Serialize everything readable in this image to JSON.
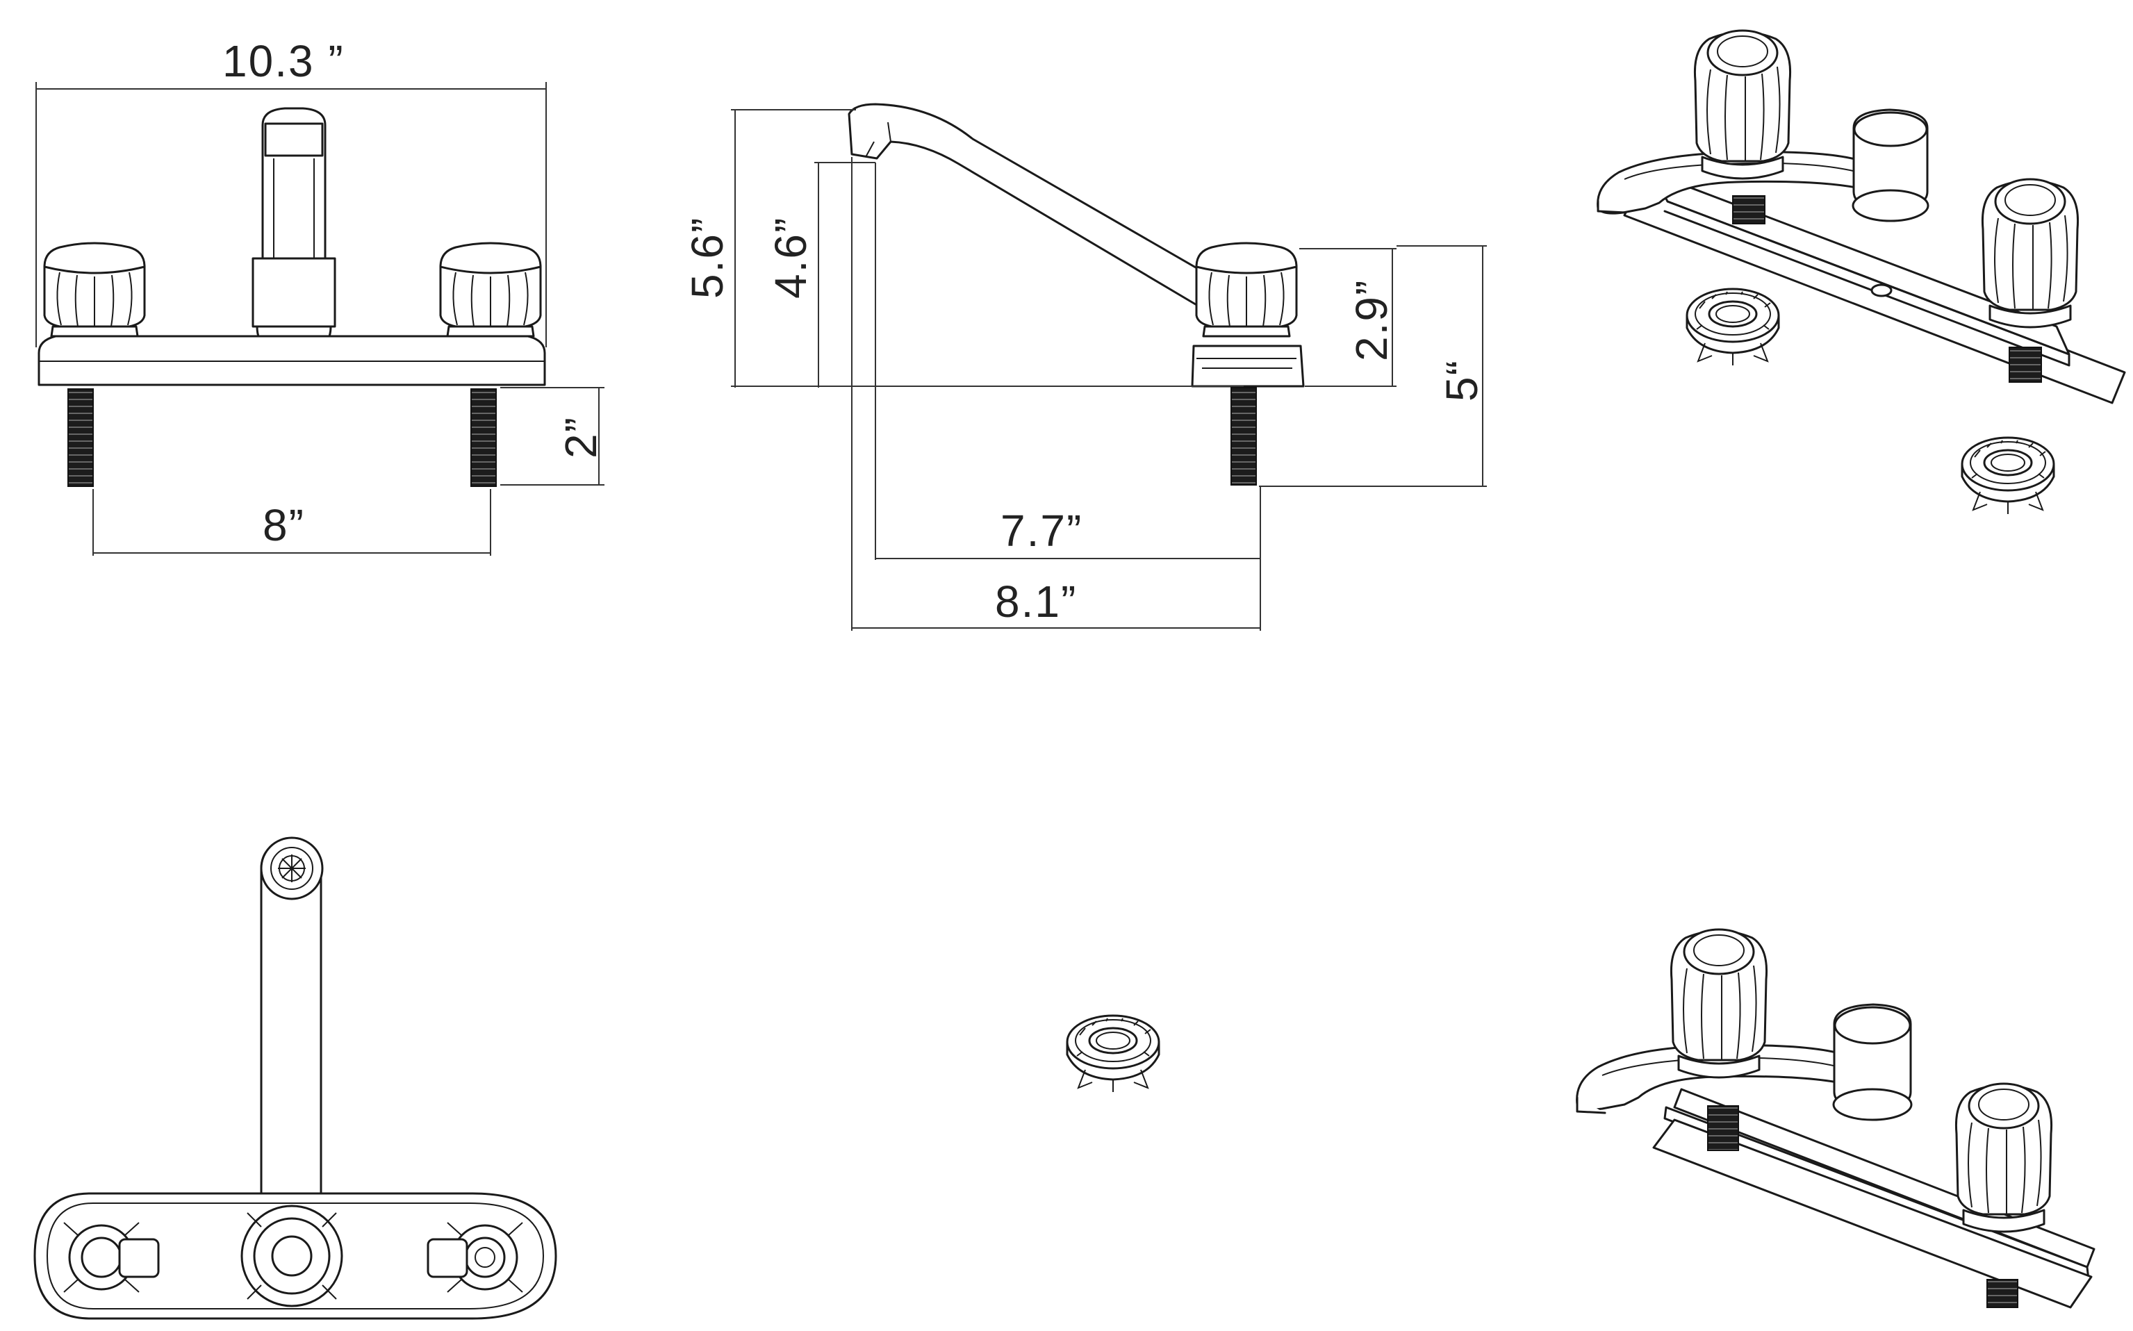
{
  "dimensions": {
    "front_width": "10.3 ”",
    "front_spacing": "8”",
    "front_shank": "2”",
    "side_height_total": "5.6”",
    "side_height_spout": "4.6”",
    "side_handle_height": "2.9”",
    "side_overall_height": "5“",
    "side_reach_inner": "7.7”",
    "side_reach_outer": "8.1”"
  }
}
